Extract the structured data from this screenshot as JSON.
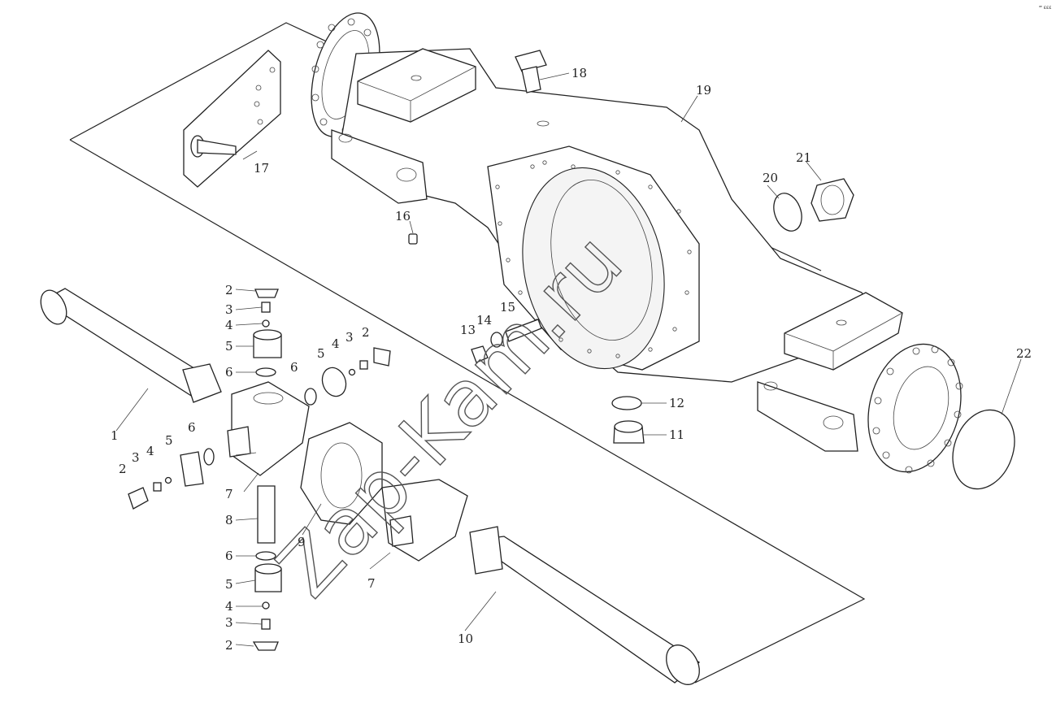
{
  "corner_note": "ꟹ ɛɛɛ",
  "watermark": "Zap-Kam.ru",
  "callouts": [
    {
      "id": "c1",
      "text": "1"
    },
    {
      "id": "c2a",
      "text": "2"
    },
    {
      "id": "c2b",
      "text": "2"
    },
    {
      "id": "c2c",
      "text": "2"
    },
    {
      "id": "c2d",
      "text": "2"
    },
    {
      "id": "c3a",
      "text": "3"
    },
    {
      "id": "c3b",
      "text": "3"
    },
    {
      "id": "c3c",
      "text": "3"
    },
    {
      "id": "c3d",
      "text": "3"
    },
    {
      "id": "c4a",
      "text": "4"
    },
    {
      "id": "c4b",
      "text": "4"
    },
    {
      "id": "c4c",
      "text": "4"
    },
    {
      "id": "c4d",
      "text": "4"
    },
    {
      "id": "c5a",
      "text": "5"
    },
    {
      "id": "c5b",
      "text": "5"
    },
    {
      "id": "c5c",
      "text": "5"
    },
    {
      "id": "c5d",
      "text": "5"
    },
    {
      "id": "c6a",
      "text": "6"
    },
    {
      "id": "c6b",
      "text": "6"
    },
    {
      "id": "c6c",
      "text": "6"
    },
    {
      "id": "c6d",
      "text": "6"
    },
    {
      "id": "c7a",
      "text": "7"
    },
    {
      "id": "c7b",
      "text": "7"
    },
    {
      "id": "c8",
      "text": "8"
    },
    {
      "id": "c9",
      "text": "9"
    },
    {
      "id": "c10",
      "text": "10"
    },
    {
      "id": "c11",
      "text": "11"
    },
    {
      "id": "c12",
      "text": "12"
    },
    {
      "id": "c13",
      "text": "13"
    },
    {
      "id": "c14",
      "text": "14"
    },
    {
      "id": "c15",
      "text": "15"
    },
    {
      "id": "c16",
      "text": "16"
    },
    {
      "id": "c17",
      "text": "17"
    },
    {
      "id": "c18",
      "text": "18"
    },
    {
      "id": "c19",
      "text": "19"
    },
    {
      "id": "c20",
      "text": "20"
    },
    {
      "id": "c21",
      "text": "21"
    },
    {
      "id": "c22",
      "text": "22"
    }
  ]
}
